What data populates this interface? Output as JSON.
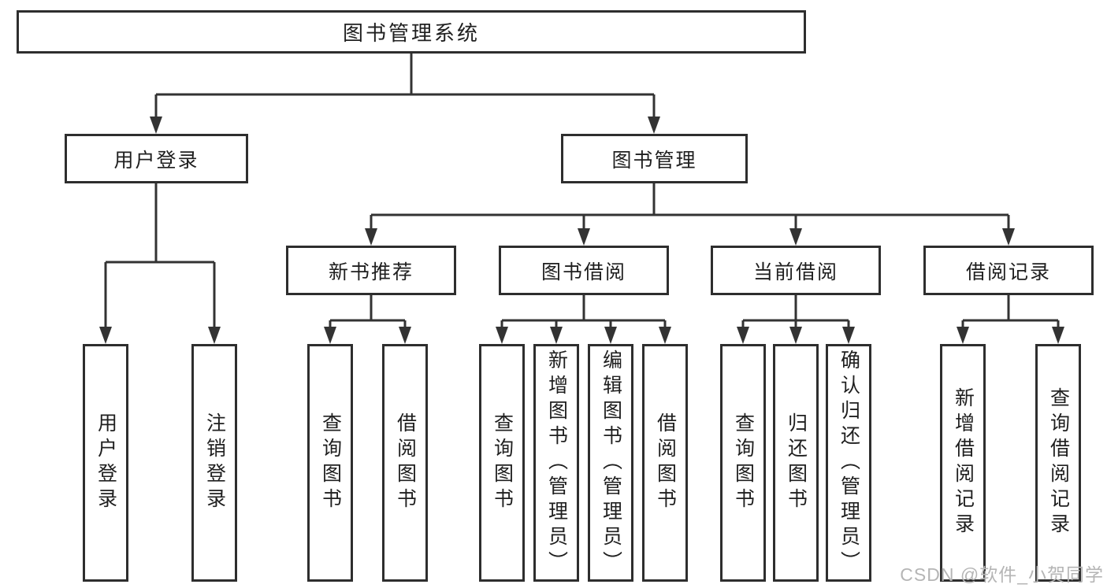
{
  "diagram": {
    "watermark": "CSDN @软件_小贺同学",
    "colors": {
      "line": "#333333",
      "box_border": "#2e2e2e",
      "box_fill": "#ffffff",
      "text": "#1f1f1f",
      "watermark": "#b5b5b5",
      "background": "#ffffff"
    },
    "tree": {
      "root": {
        "label": "图书管理系统"
      },
      "branches": [
        {
          "label": "用户登录",
          "leaves": [
            {
              "label": "用户登录"
            },
            {
              "label": "注销登录"
            }
          ]
        },
        {
          "label": "图书管理",
          "groups": [
            {
              "label": "新书推荐",
              "leaves": [
                {
                  "label": "查询图书"
                },
                {
                  "label": "借阅图书"
                }
              ]
            },
            {
              "label": "图书借阅",
              "leaves": [
                {
                  "label": "查询图书"
                },
                {
                  "label": "新增图书（管理员）"
                },
                {
                  "label": "编辑图书（管理员）"
                },
                {
                  "label": "借阅图书"
                }
              ]
            },
            {
              "label": "当前借阅",
              "leaves": [
                {
                  "label": "查询图书"
                },
                {
                  "label": "归还图书"
                },
                {
                  "label": "确认归还（管理员）"
                }
              ]
            },
            {
              "label": "借阅记录",
              "leaves": [
                {
                  "label": "新增借阅记录"
                },
                {
                  "label": "查询借阅记录"
                }
              ]
            }
          ]
        }
      ]
    }
  }
}
